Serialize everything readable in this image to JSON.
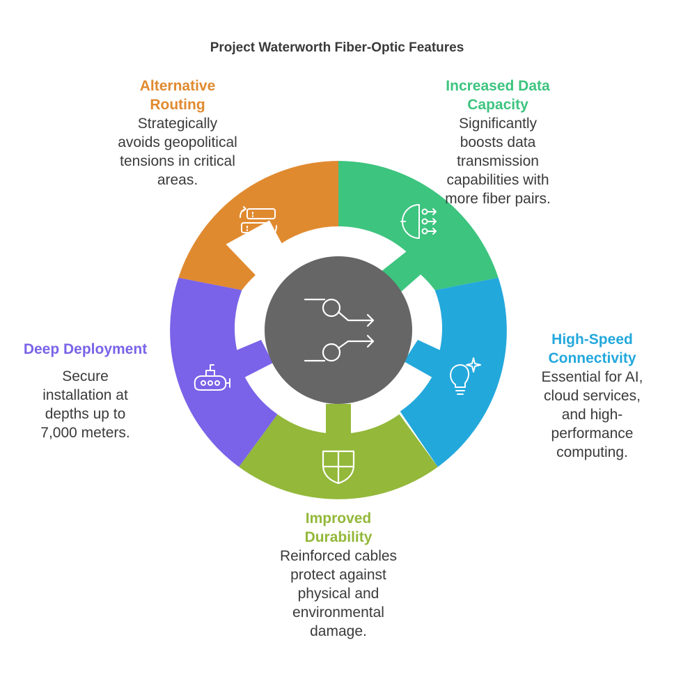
{
  "title": "Project Waterworth Fiber-Optic Features",
  "features": [
    {
      "key": "alternative-routing",
      "heading": [
        "Alternative",
        "Routing"
      ],
      "description": [
        "Strategically",
        "avoids geopolitical",
        "tensions in critical",
        "areas."
      ],
      "color": "#e08a30",
      "icon": "routing-icon"
    },
    {
      "key": "increased-data-capacity",
      "heading": [
        "Increased Data",
        "Capacity"
      ],
      "description": [
        "Significantly",
        "boosts data",
        "transmission",
        "capabilities with",
        "more fiber pairs."
      ],
      "color": "#3dc47f",
      "icon": "data-capacity-icon"
    },
    {
      "key": "high-speed-connectivity",
      "heading": [
        "High-Speed",
        "Connectivity"
      ],
      "description": [
        "Essential for AI,",
        "cloud services,",
        "and high-",
        "performance",
        "computing."
      ],
      "color": "#23a8dc",
      "icon": "lightbulb-icon"
    },
    {
      "key": "improved-durability",
      "heading": [
        "Improved",
        "Durability"
      ],
      "description": [
        "Reinforced cables",
        "protect against",
        "physical and",
        "environmental",
        "damage."
      ],
      "color": "#93b83a",
      "icon": "shield-icon"
    },
    {
      "key": "deep-deployment",
      "heading": [
        "Deep Deployment"
      ],
      "description": [
        "Secure",
        "installation at",
        "depths up to",
        "7,000 meters."
      ],
      "color": "#7a63e8",
      "icon": "submarine-icon"
    }
  ],
  "center": {
    "color": "#666666",
    "icon": "fiber-optic-icon"
  }
}
